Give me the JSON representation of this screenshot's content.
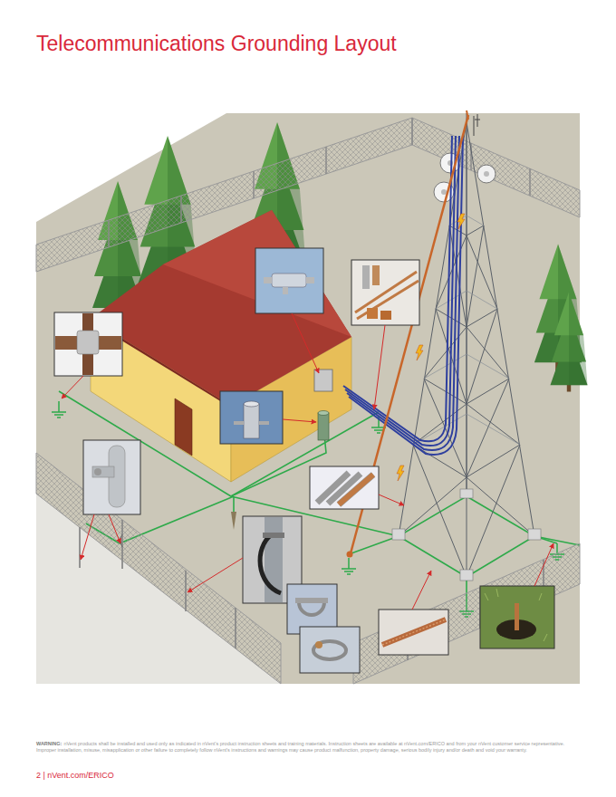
{
  "diagram": {
    "title": "Telecommunications Grounding Layout",
    "labels": [
      "WARNING:",
      "nVent products shall be installed and used only as indicated in nVent's product instruction sheets and training materials. Instruction sheets are available at nVent.com/ERICO and from your nVent customer service representative. Improper installation, misuse, misapplication or other failure to completely follow nVent's instructions and warnings may cause product malfunction, property damage, serious bodily injury and/or death and void your warranty.",
      "2 | nVent.com/ERICO"
    ]
  }
}
